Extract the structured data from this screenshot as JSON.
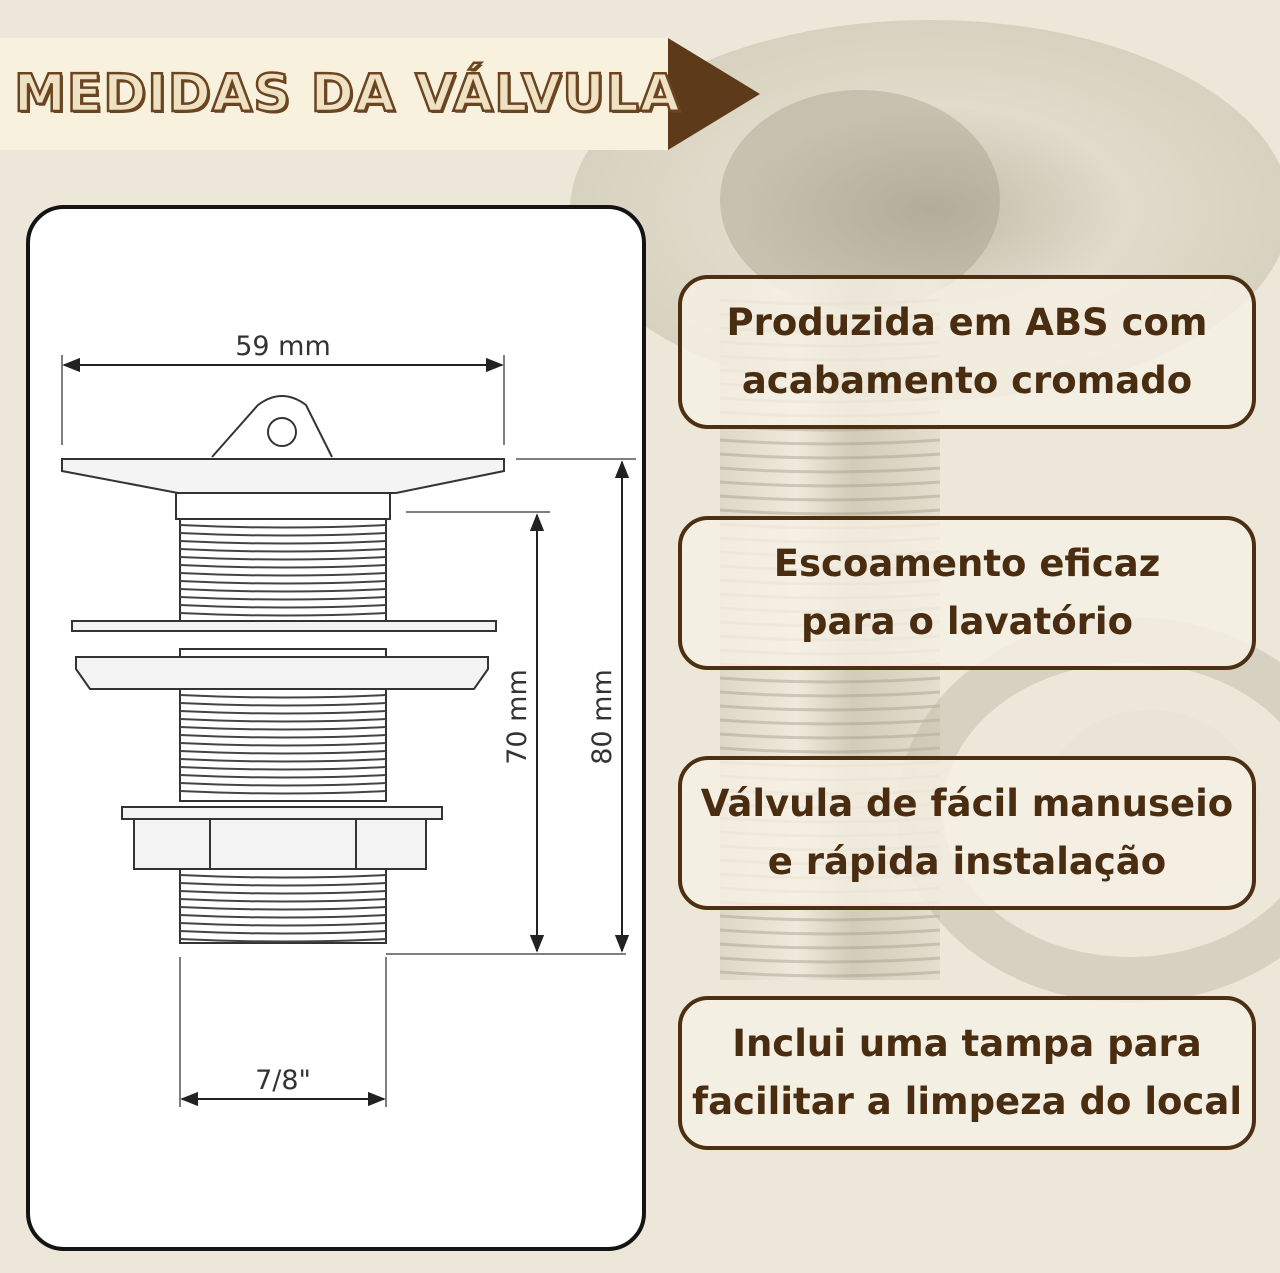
{
  "title": "MEDIDAS DA VÁLVULA",
  "diagram": {
    "width_label": "59 mm",
    "inner_height_label": "70 mm",
    "total_height_label": "80 mm",
    "thread_label": "7/8\""
  },
  "features": [
    {
      "line1": "Produzida em ABS com",
      "line2": "acabamento cromado"
    },
    {
      "line1": "Escoamento eficaz",
      "line2": "para o lavatório"
    },
    {
      "line1": "Válvula de fácil manuseio",
      "line2": "e rápida instalação"
    },
    {
      "line1": "Inclui uma tampa para",
      "line2": "facilitar a limpeza do local"
    }
  ],
  "colors": {
    "background": "#ece7d9",
    "brand_brown": "#5c3a1a",
    "banner": "#f8f1de"
  }
}
